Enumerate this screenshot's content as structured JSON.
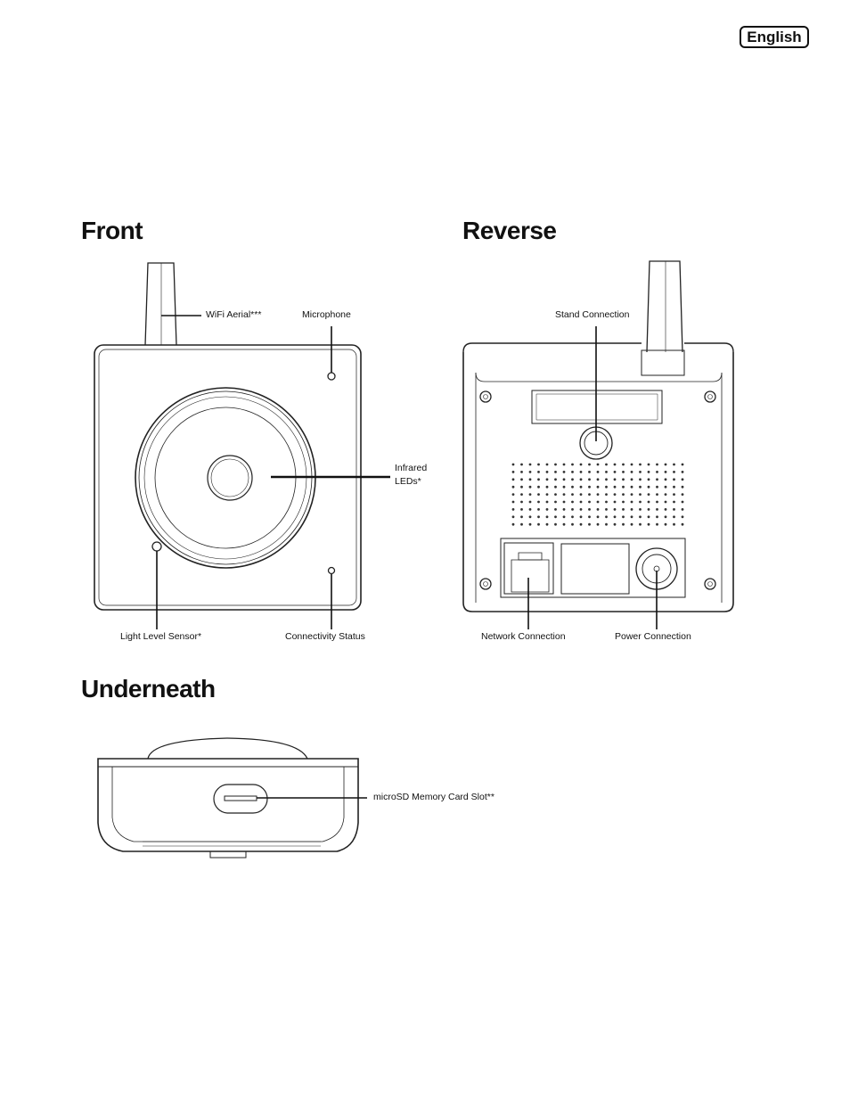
{
  "language_badge": "English",
  "sections": {
    "front": {
      "heading": "Front",
      "labels": {
        "wifi_aerial": "WiFi Aerial***",
        "microphone": "Microphone",
        "infrared_leds_line1": "Infrared",
        "infrared_leds_line2": "LEDs*",
        "light_level_sensor": "Light Level Sensor*",
        "connectivity_status": "Connectivity Status"
      }
    },
    "reverse": {
      "heading": "Reverse",
      "labels": {
        "stand_connection": "Stand Connection",
        "network_connection": "Network Connection",
        "power_connection": "Power Connection"
      }
    },
    "underneath": {
      "heading": "Underneath",
      "labels": {
        "microsd_slot": "microSD Memory Card Slot**"
      }
    }
  }
}
